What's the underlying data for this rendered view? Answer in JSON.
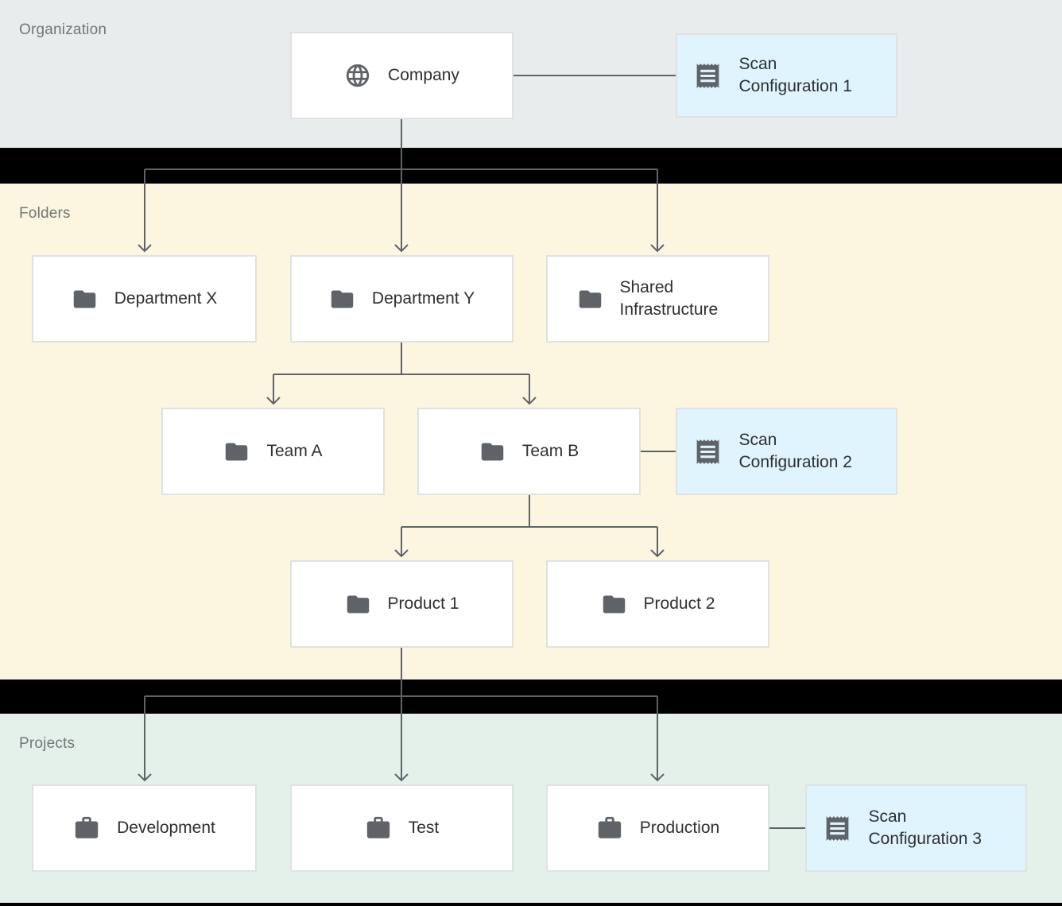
{
  "sections": {
    "organization": {
      "label": "Organization"
    },
    "folders": {
      "label": "Folders"
    },
    "projects": {
      "label": "Projects"
    }
  },
  "nodes": {
    "company": {
      "label": "Company",
      "icon": "globe-icon",
      "section": "organization"
    },
    "scan_config_1": {
      "label": "Scan Configuration 1",
      "icon": "receipt-icon",
      "section": "organization",
      "attached_to": "company"
    },
    "department_x": {
      "label": "Department X",
      "icon": "folder-icon",
      "section": "folders"
    },
    "department_y": {
      "label": "Department Y",
      "icon": "folder-icon",
      "section": "folders"
    },
    "shared_infrastructure": {
      "label": "Shared Infrastructure",
      "icon": "folder-icon",
      "section": "folders"
    },
    "team_a": {
      "label": "Team A",
      "icon": "folder-icon",
      "section": "folders"
    },
    "team_b": {
      "label": "Team B",
      "icon": "folder-icon",
      "section": "folders"
    },
    "scan_config_2": {
      "label": "Scan Configuration 2",
      "icon": "receipt-icon",
      "section": "folders",
      "attached_to": "team_b"
    },
    "product_1": {
      "label": "Product 1",
      "icon": "folder-icon",
      "section": "folders"
    },
    "product_2": {
      "label": "Product 2",
      "icon": "folder-icon",
      "section": "folders"
    },
    "development": {
      "label": "Development",
      "icon": "briefcase-icon",
      "section": "projects"
    },
    "test": {
      "label": "Test",
      "icon": "briefcase-icon",
      "section": "projects"
    },
    "production": {
      "label": "Production",
      "icon": "briefcase-icon",
      "section": "projects"
    },
    "scan_config_3": {
      "label": "Scan Configuration 3",
      "icon": "receipt-icon",
      "section": "projects",
      "attached_to": "production"
    }
  },
  "edges": [
    {
      "from": "company",
      "to": "department_x"
    },
    {
      "from": "company",
      "to": "department_y"
    },
    {
      "from": "company",
      "to": "shared_infrastructure"
    },
    {
      "from": "department_y",
      "to": "team_a"
    },
    {
      "from": "department_y",
      "to": "team_b"
    },
    {
      "from": "team_b",
      "to": "product_1"
    },
    {
      "from": "team_b",
      "to": "product_2"
    },
    {
      "from": "product_1",
      "to": "development"
    },
    {
      "from": "product_1",
      "to": "test"
    },
    {
      "from": "product_1",
      "to": "production"
    },
    {
      "from": "company",
      "to": "scan_config_1",
      "type": "association"
    },
    {
      "from": "team_b",
      "to": "scan_config_2",
      "type": "association"
    },
    {
      "from": "production",
      "to": "scan_config_3",
      "type": "association"
    }
  ],
  "colors": {
    "organization_bg": "#e8eced",
    "folders_bg": "#fcf6e1",
    "projects_bg": "#e3f1ea",
    "scan_config_bg": "#e0f4fd",
    "node_bg": "#ffffff",
    "node_border": "#e0e2e1",
    "connector": "#5f6368",
    "icon": "#5f6368",
    "node_text": "#2d2f31",
    "section_text": "#737678",
    "separator": "#000000"
  }
}
